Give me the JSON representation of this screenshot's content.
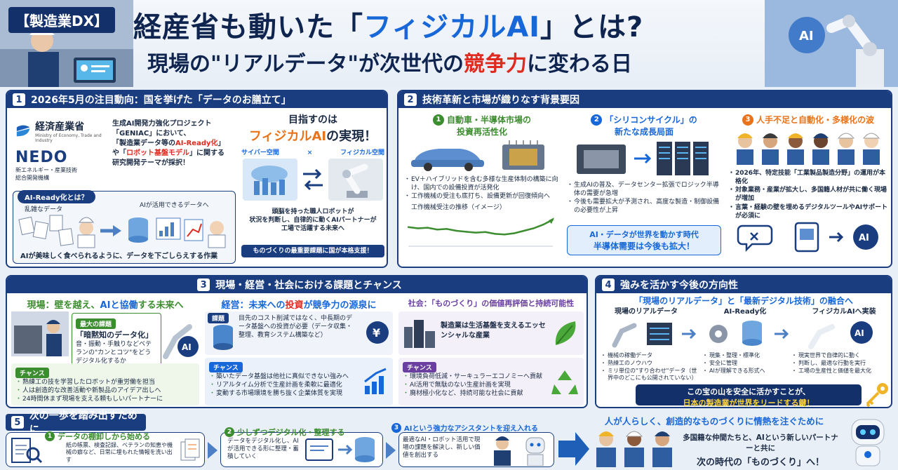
{
  "header": {
    "tag": "【製造業DX】",
    "title_pre": "経産省も動いた「",
    "title_accent": "フィジカルAI",
    "title_post": "」とは?",
    "subtitle_pre": "現場の\"リアルデータ\"が次世代の",
    "subtitle_accent": "競争力",
    "subtitle_post": "に変わる日"
  },
  "s1": {
    "num": "1",
    "title": "2026年5月の注目動向：国を挙げた「データのお膳立て」",
    "meti_name": "経済産業省",
    "meti_sub": "Ministry of Economy, Trade and Industry",
    "nedo_name": "NEDO",
    "nedo_sub1": "新エネルギー・産業技術",
    "nedo_sub2": "総合開発機構",
    "body1": "生成AI開発力強化プロジェクト",
    "body2": "「GENIAC」において、",
    "body3_pre": "「製造業データ等の",
    "body3_red": "AI-Ready化",
    "body3_post": "」",
    "body4_pre": "や「",
    "body4_red": "ロボット基盤モデル",
    "body4_post": "」に関する",
    "body5": "研究開発テーマが採択！",
    "aiready_label": "AI-Ready化とは？",
    "messy_label": "乱雑なデータ",
    "usable_label": "AIが活用できるデータへ",
    "aiready_caption": "AIが美味しく食べられるように、データを下ごしらえする作業",
    "goal_pre": "目指すのは",
    "goal_main_a": "フィジカルAI",
    "goal_main_b": "の実現！",
    "cyber": "サイバー空間",
    "cross": "×",
    "physical": "フィジカル空間",
    "goal_body1": "頭脳を持った職人ロボットが",
    "goal_body2": "状況を判断し、自律的に動くAIパートナーが",
    "goal_body3": "工場で活躍する未来へ",
    "goal_footer": "ものづくりの最重要課題に国が本格支援！"
  },
  "s2": {
    "num": "2",
    "title": "技術革新と市場が織りなす背景要因",
    "c1_num": "1",
    "c1_title1": "自動車・半導体市場の",
    "c1_title2": "投資再活性化",
    "c1_b1": "EV＋ハイブリッドを含む多様な生産体制の構築に向け、国内での設備投資が活発化",
    "c1_b2": "工作機械の受注も底打ち、設備更新が回復傾向へ",
    "c1_chart_label": "工作機械受注の推移（イメージ）",
    "c2_num": "2",
    "c2_title1": "「シリコンサイクル」の",
    "c2_title2": "新たな成長局面",
    "c2_b1": "生成AIの普及、データセンター拡張でロジック半導体の需要が急増",
    "c2_b2": "今後も需要拡大が予測され、高度な製造・制御設備の必要性が上昇",
    "c2_banner1": "AI・データが世界を動かす時代",
    "c2_banner2": "半導体需要は今後も拡大！",
    "c3_num": "3",
    "c3_title": "人手不足と自動化・多様化の波",
    "c3_b1": "2026年、特定技能「工業製品製造分野」の運用が本格化",
    "c3_b2": "対象業務・産業が拡大し、多国籍人材が共に働く現場が増加",
    "c3_b3": "言葉・経験の壁を埋めるデジタルツールやAIサポートが必須に"
  },
  "chart_data": {
    "type": "line",
    "title": "工作機械受注の推移（イメージ）",
    "x": [
      1,
      2,
      3,
      4,
      5,
      6,
      7,
      8,
      9,
      10,
      11,
      12,
      13,
      14,
      15,
      16
    ],
    "values": [
      62,
      58,
      60,
      54,
      56,
      50,
      47,
      44,
      46,
      40,
      38,
      42,
      50,
      58,
      70,
      86
    ],
    "ylim": [
      0,
      100
    ],
    "xlabel": "",
    "ylabel": ""
  },
  "s3": {
    "num": "3",
    "title": "現場・経営・社会における課題とチャンス",
    "p1_title_a": "現場：壁を越え、",
    "p1_title_b": "AIと協働",
    "p1_title_c": "する未来へ",
    "p1_issue_label": "最大の課題",
    "p1_issue_main": "「暗黙知のデータ化」",
    "p1_issue_body": "音・振動・手触りなどベテランの\"カンとコツ\"をどうデジタル化するか",
    "p1_chance_label": "チャンス",
    "p1_c1": "熟練工の技を学習したロボットが重労働を担当",
    "p1_c2": "人は創造的な改善活動や新製品のアイデア出しへ",
    "p1_c3": "24時間休まず現場を支える頼もしいパートナーに",
    "p2_title_a": "経営：未来への",
    "p2_title_b": "投資",
    "p2_title_c": "が競争力の源泉に",
    "p2_issue_label": "課題",
    "p2_issue_body": "目先のコスト削減ではなく、中長期のデータ基盤への投資が必要（データ収集・整理、教育システム構築など）",
    "p2_chance_label": "チャンス",
    "p2_c1": "築いたデータ基盤は他社に真似できない強みへ",
    "p2_c2": "リアルタイム分析で生産計画を柔軟に最適化",
    "p2_c3": "変動する市場環境を勝ち抜く企業体質を実現",
    "p3_title_a": "社会：",
    "p3_title_b": "「ものづくり」の価値再評価と持続可能性",
    "p3_body": "製造業は生活基盤を支えるエッセンシャルな産業",
    "p3_chance_label": "チャンス",
    "p3_c1": "環境負荷低減・サーキュラーエコノミーへ貢献",
    "p3_c2": "AI活用で無駄のない生産計画を実現",
    "p3_c3": "廃材極小化など、持続可能な社会に貢献"
  },
  "s4": {
    "num": "4",
    "title": "強みを活かす今後の方向性",
    "headline": "「現場のリアルデータ」と「最新デジタル技術」の融合へ",
    "col1": "現場のリアルデータ",
    "col2": "AI-Ready化",
    "col3": "フィジカルAIへ実装",
    "col1_b1": "機械の稼働データ",
    "col1_b2": "熟練工のノウハウ",
    "col1_b3": "ミリ単位の\"すり合わせ\"データ（世界中のどこにも公開されていない）",
    "col2_b1": "現集・整理・標準化",
    "col2_b2": "安全に管理",
    "col2_b3": "AIが理解できる形式へ",
    "col3_b1": "現実世界で自律的に動く",
    "col3_b2": "判断し、最適な行動を実行",
    "col3_b3": "工場の生産性と価値を最大化",
    "banner1": "この宝の山を安全に活かすことが、",
    "banner2": "日本の製造業が世界をリードする鍵！"
  },
  "s5": {
    "num": "5",
    "title": "次の一歩を踏み出すために",
    "st1_num": "1",
    "st1_title": "データの棚卸しから始める",
    "st1_body": "紙の帳票、検査記録、ベテランの知恵や機械の癖など、日常に埋もれた情報を洗い出す",
    "st2_num": "2",
    "st2_title": "少しずつデジタル化・整理する",
    "st2_body": "データをデジタル化し、AIが活用できる形に整理・蓄積していく",
    "st3_num": "3",
    "st3_title": "AIという強力なアシスタントを迎え入れる",
    "st3_body": "最適なAI・ロボット活用で現場の課題を解決し、新しい価値を創出する",
    "final_title": "人が人らしく、創造的なものづくりに情熱を注ぐために",
    "final_body1": "多国籍な仲間たちと、AIという新しいパートナーと共に",
    "final_body2": "次の時代の「ものづくり」へ！"
  },
  "colors": {
    "navy": "#1a3d80",
    "accent_blue": "#1767d8",
    "accent_red": "#e02a1f",
    "green": "#3c8d2f",
    "purple": "#6a3fa0"
  }
}
